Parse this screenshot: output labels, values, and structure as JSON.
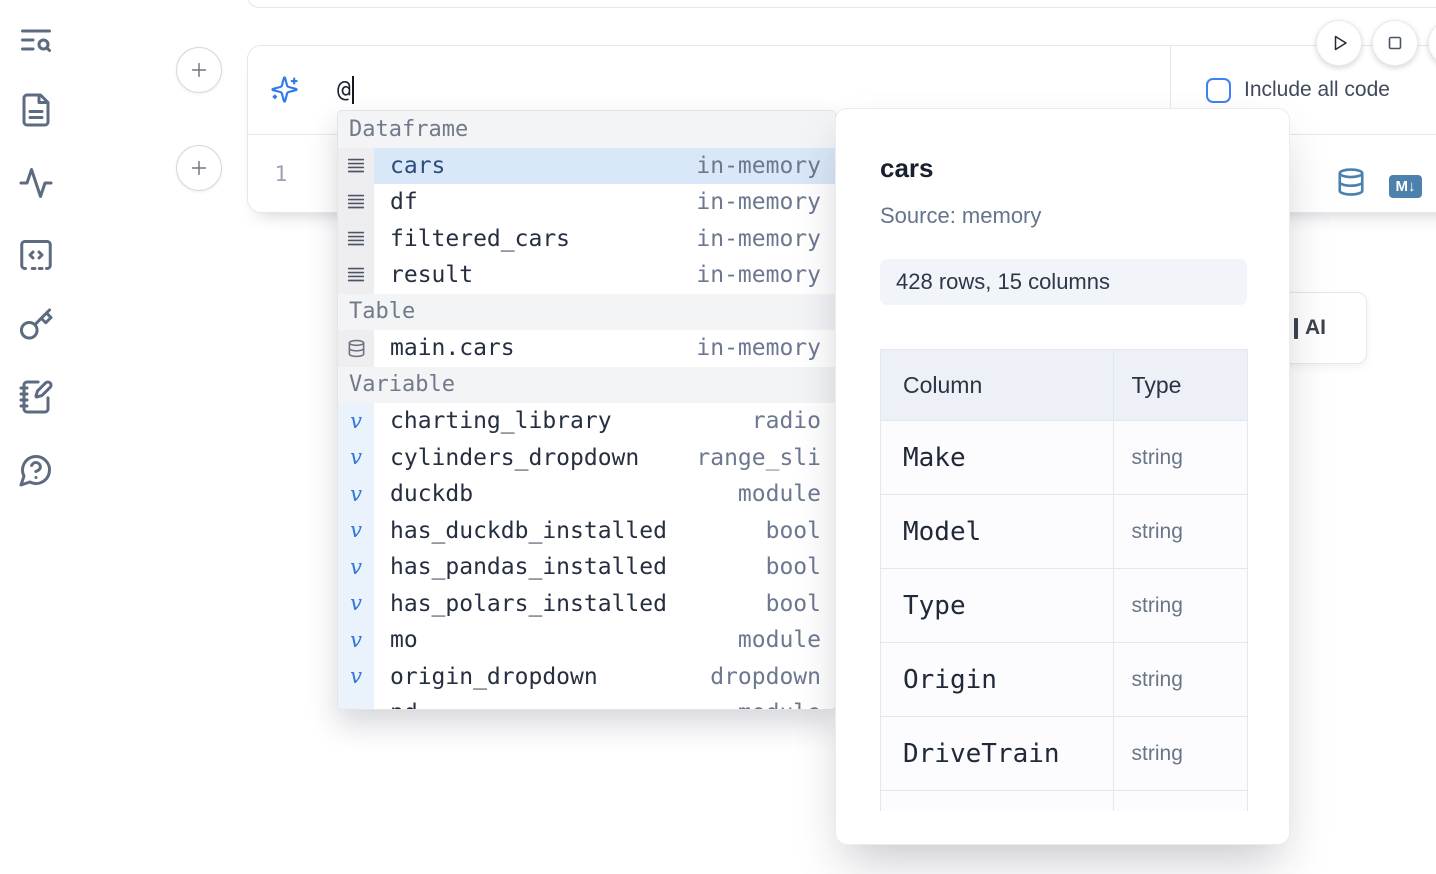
{
  "sidebar": {
    "icons": [
      {
        "name": "text-search-icon"
      },
      {
        "name": "file-text-icon"
      },
      {
        "name": "activity-icon"
      },
      {
        "name": "code-square-icon"
      },
      {
        "name": "key-icon"
      },
      {
        "name": "notebook-pen-icon"
      },
      {
        "name": "help-chat-icon"
      }
    ]
  },
  "cell_controls": {
    "play_icon": "play-icon",
    "stop_icon": "stop-icon"
  },
  "prompt": {
    "value": "@",
    "include_all_code_label": "Include all code",
    "checkbox_checked": false,
    "sparkles_icon": "sparkles-icon"
  },
  "editor": {
    "line_number": "1",
    "database_icon": "database-icon",
    "markdown_badge": "M↓"
  },
  "autocomplete": {
    "sections": [
      {
        "label": "Dataframe",
        "items": [
          {
            "name": "cars",
            "type": "in-memory",
            "icon": "dataframe-icon",
            "selected": true
          },
          {
            "name": "df",
            "type": "in-memory",
            "icon": "dataframe-icon",
            "selected": false
          },
          {
            "name": "filtered_cars",
            "type": "in-memory",
            "icon": "dataframe-icon",
            "selected": false
          },
          {
            "name": "result",
            "type": "in-memory",
            "icon": "dataframe-icon",
            "selected": false
          }
        ]
      },
      {
        "label": "Table",
        "items": [
          {
            "name": "main.cars",
            "type": "in-memory",
            "icon": "database-icon",
            "selected": false
          }
        ]
      },
      {
        "label": "Variable",
        "items": [
          {
            "name": "charting_library",
            "type": "radio",
            "icon": "variable-icon",
            "selected": false
          },
          {
            "name": "cylinders_dropdown",
            "type": "range_sli",
            "icon": "variable-icon",
            "selected": false
          },
          {
            "name": "duckdb",
            "type": "module",
            "icon": "variable-icon",
            "selected": false
          },
          {
            "name": "has_duckdb_installed",
            "type": "bool",
            "icon": "variable-icon",
            "selected": false
          },
          {
            "name": "has_pandas_installed",
            "type": "bool",
            "icon": "variable-icon",
            "selected": false
          },
          {
            "name": "has_polars_installed",
            "type": "bool",
            "icon": "variable-icon",
            "selected": false
          },
          {
            "name": "mo",
            "type": "module",
            "icon": "variable-icon",
            "selected": false
          },
          {
            "name": "origin_dropdown",
            "type": "dropdown",
            "icon": "variable-icon",
            "selected": false
          },
          {
            "name": "pd",
            "type": "module",
            "icon": "variable-icon",
            "selected": false
          }
        ]
      }
    ]
  },
  "preview": {
    "title": "cars",
    "source": "Source: memory",
    "shape": "428 rows, 15 columns",
    "table": {
      "headers": [
        "Column",
        "Type"
      ],
      "rows": [
        [
          "Make",
          "string"
        ],
        [
          "Model",
          "string"
        ],
        [
          "Type",
          "string"
        ],
        [
          "Origin",
          "string"
        ],
        [
          "DriveTrain",
          "string"
        ],
        [
          "",
          ""
        ]
      ]
    }
  },
  "ai_button_label": "AI",
  "colors": {
    "accent_blue": "#3b82f6",
    "steel_blue": "#4c81ad",
    "selected_row": "#d9e8f8",
    "sidebar_icon": "#5d6b80"
  }
}
